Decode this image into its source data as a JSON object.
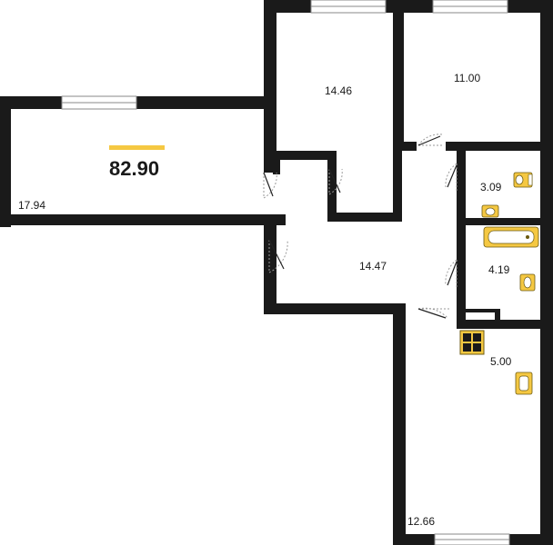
{
  "total_area": "82.90",
  "colors": {
    "wall": "#1a1a1a",
    "accent": "#f5c842"
  },
  "rooms": {
    "living": "17.94",
    "bedroom_1": "14.46",
    "bedroom_2": "11.00",
    "hall": "14.47",
    "toilet": "3.09",
    "bathroom": "4.19",
    "kitchen": "5.00",
    "loggia": "12.66"
  }
}
